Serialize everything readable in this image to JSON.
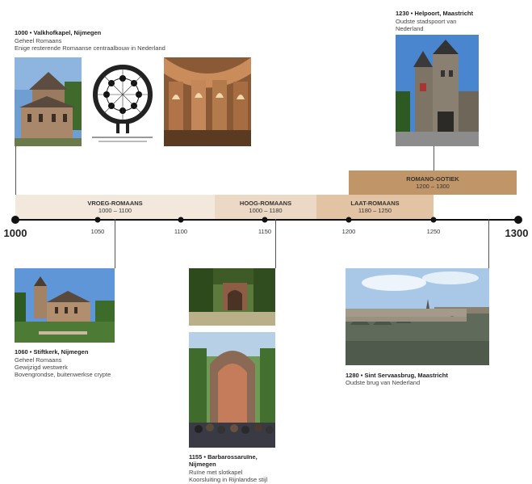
{
  "timeline": {
    "start_label": "1000",
    "end_label": "1300",
    "ticks": [
      "1050",
      "1100",
      "1150",
      "1200",
      "1250"
    ]
  },
  "periods": [
    {
      "name": "VROEG-ROMAANS",
      "range": "1000 – 1100",
      "color": "#f3e8dc"
    },
    {
      "name": "HOOG-ROMAANS",
      "range": "1000 – 1180",
      "color": "#ecd9c5"
    },
    {
      "name": "LAAT-ROMAANS",
      "range": "1180 – 1250",
      "color": "#e2c3a3"
    },
    {
      "name": "ROMANO-GOTIEK",
      "range": "1200 – 1300",
      "color": "#c09668"
    }
  ],
  "events": {
    "valkhof": {
      "title": "1000 • Valkhofkapel, Nijmegen",
      "desc1": "Geheel Romaans",
      "desc2": "Enige resterende Romaanse centraalbouw in Nederland"
    },
    "helpoort": {
      "title": "1230 • Helpoort, Maastricht",
      "desc1": "Oudste stadspoort van",
      "desc2": "Nederland"
    },
    "stiftkerk": {
      "title": "1060 •  Stiftkerk, Nijmegen",
      "desc1": "Geheel Romaans",
      "desc2": "Gewijzigd westwerk",
      "desc3": "Bovengrondse, buitenwerkse crypte"
    },
    "barbarossa": {
      "title1": "1155 • Barbarossaruïne,",
      "title2": "Nijmegen",
      "desc1": "Ruïne met slotkapel",
      "desc2": "Koorsluiting in Rijnlandse stijl"
    },
    "servaas": {
      "title": "1280 • Sint Servaasbrug, Maastricht",
      "desc1": "Oudste brug van Nederland"
    }
  }
}
